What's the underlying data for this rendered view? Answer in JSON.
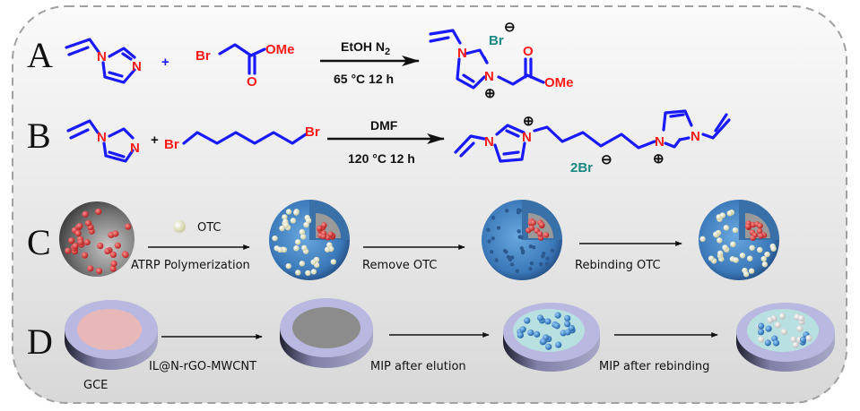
{
  "panels": {
    "A": {
      "label": "A",
      "reactant1": {
        "N1": "N",
        "N3": "N"
      },
      "plus": "+",
      "reactant2": {
        "br": "Br",
        "ome": "OMe",
        "o": "O"
      },
      "conditions_top": "EtOH N",
      "conditions_top_sub": "2",
      "conditions_bottom": "65 °C 12 h",
      "product": {
        "N1": "N",
        "N3": "N",
        "anion": "Br",
        "anion_charge": "⊖",
        "cation_charge": "⊕",
        "o": "O",
        "ome": "OMe"
      }
    },
    "B": {
      "label": "B",
      "reactant1": {
        "N1": "N",
        "N3": "N"
      },
      "plus": "+",
      "reactant2": {
        "br_left": "Br",
        "br_right": "Br"
      },
      "conditions_top": "DMF",
      "conditions_bottom": "120 °C 12 h",
      "product": {
        "N_a": "N",
        "N_b": "N",
        "N_c": "N",
        "N_d": "N",
        "anion": "2Br",
        "anion_charge": "⊖",
        "cation_charge_left": "⊕",
        "cation_charge_right": "⊕"
      }
    },
    "C": {
      "label": "C",
      "legend_label": "OTC",
      "steps": [
        "ATRP Polymerization",
        "Remove OTC",
        "Rebinding OTC"
      ]
    },
    "D": {
      "label": "D",
      "electrode_label": "GCE",
      "steps": [
        "IL@N-rGO-MWCNT",
        "MIP after elution",
        "MIP after rebinding"
      ]
    }
  },
  "colors": {
    "bond": "#1a1aff",
    "heteroatom": "#ff1a1a",
    "counterion": "#1a8a80",
    "frame_dash": "#a0a0a0",
    "polymer_shell": "#4a88c0",
    "core": "#8a8a8a",
    "template_dot": "#e8e8c8",
    "initiator_dot": "#d83030",
    "electrode_ring": "#b8b8e0",
    "gce_surface": "#e8b8b8",
    "modified_surface": "#8c8c8c",
    "mip_surface": "#b8e0e0"
  }
}
